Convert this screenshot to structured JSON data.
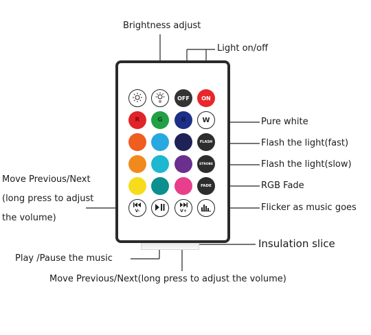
{
  "labels": {
    "brightness_adjust": "Brightness adjust",
    "light_on_off": "Light on/off",
    "pure_white": "Pure white",
    "flash_fast": "Flash the light(fast)",
    "flash_slow": "Flash the light(slow)",
    "rgb_fade": "RGB Fade",
    "flicker_music": "Flicker as music goes",
    "insulation_slice": "Insulation slice",
    "play_pause": "Play /Pause the music",
    "move_prev_next_line1": "Move Previous/Next",
    "move_prev_next_line2": "(long press to adjust",
    "move_prev_next_line3": "the volume)",
    "move_prev_next_bottom": "Move Previous/Next(long press to adjust the volume)"
  },
  "buttons": {
    "off": "OFF",
    "on": "ON",
    "r": "R",
    "g": "G",
    "b": "B",
    "w": "W",
    "flash": "FLASH",
    "strobe": "STROBE",
    "fade": "FADE",
    "vol_down": "V-",
    "vol_up": "V+"
  },
  "colors": {
    "remote_border": "#2a2a2a",
    "red": "#e0242a",
    "green": "#22a045",
    "blue": "#1e2f88",
    "orange1": "#ef5d1f",
    "orange2": "#f08a1d",
    "yellow": "#f7dc1b",
    "sky": "#27a8e0",
    "cyan": "#1db7d0",
    "teal": "#0b8f8f",
    "navy": "#1f2255",
    "purple": "#6a2f8f",
    "pink": "#e83f8c",
    "dark": "#2d2d2d",
    "on_red": "#e8262b"
  },
  "icons": {
    "brightness_down": "sun-outline-icon",
    "brightness_up": "sun-outline-icon",
    "prev": "previous-track-icon",
    "play_pause": "play-pause-icon",
    "next": "next-track-icon",
    "music": "equalizer-icon"
  }
}
